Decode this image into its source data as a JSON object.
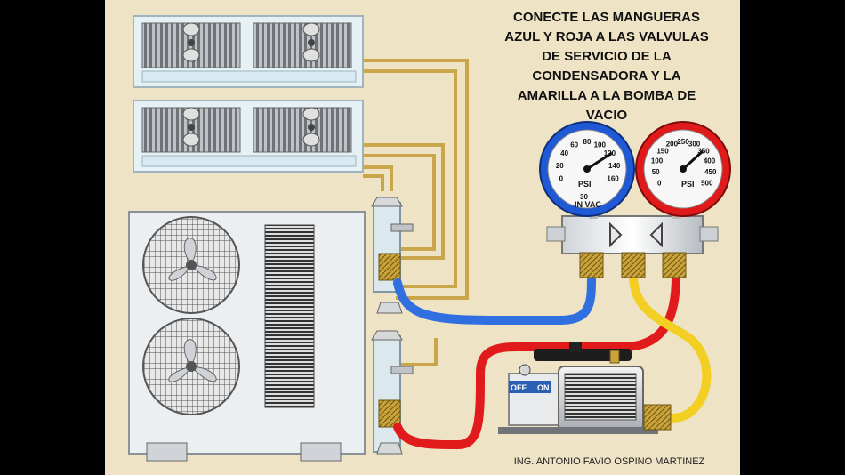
{
  "instruction": {
    "lines": [
      "CONECTE LAS MANGUERAS",
      "AZUL Y ROJA A LAS VALVULAS",
      "DE SERVICIO DE LA",
      "CONDENSADORA Y LA",
      "AMARILLA A LA BOMBA DE",
      "VACIO"
    ]
  },
  "author": "ING. ANTONIO  FAVIO OSPINO MARTINEZ",
  "low_gauge": {
    "unit": "PSI",
    "sub_unit": "IN VAC",
    "ticks": [
      "0",
      "20",
      "40",
      "60",
      "80",
      "100",
      "120",
      "140",
      "160",
      "30"
    ]
  },
  "high_gauge": {
    "unit": "PSI",
    "ticks": [
      "0",
      "50",
      "100",
      "150",
      "200",
      "250",
      "300",
      "350",
      "400",
      "450",
      "500"
    ]
  },
  "pump": {
    "off_label": "OFF",
    "on_label": "ON"
  },
  "colors": {
    "background": "#efe3c6",
    "blue_hose": "#2f6fe0",
    "red_hose": "#e11b1b",
    "yellow_hose": "#f2cf22",
    "copper_pipe": "#c9a64a"
  }
}
